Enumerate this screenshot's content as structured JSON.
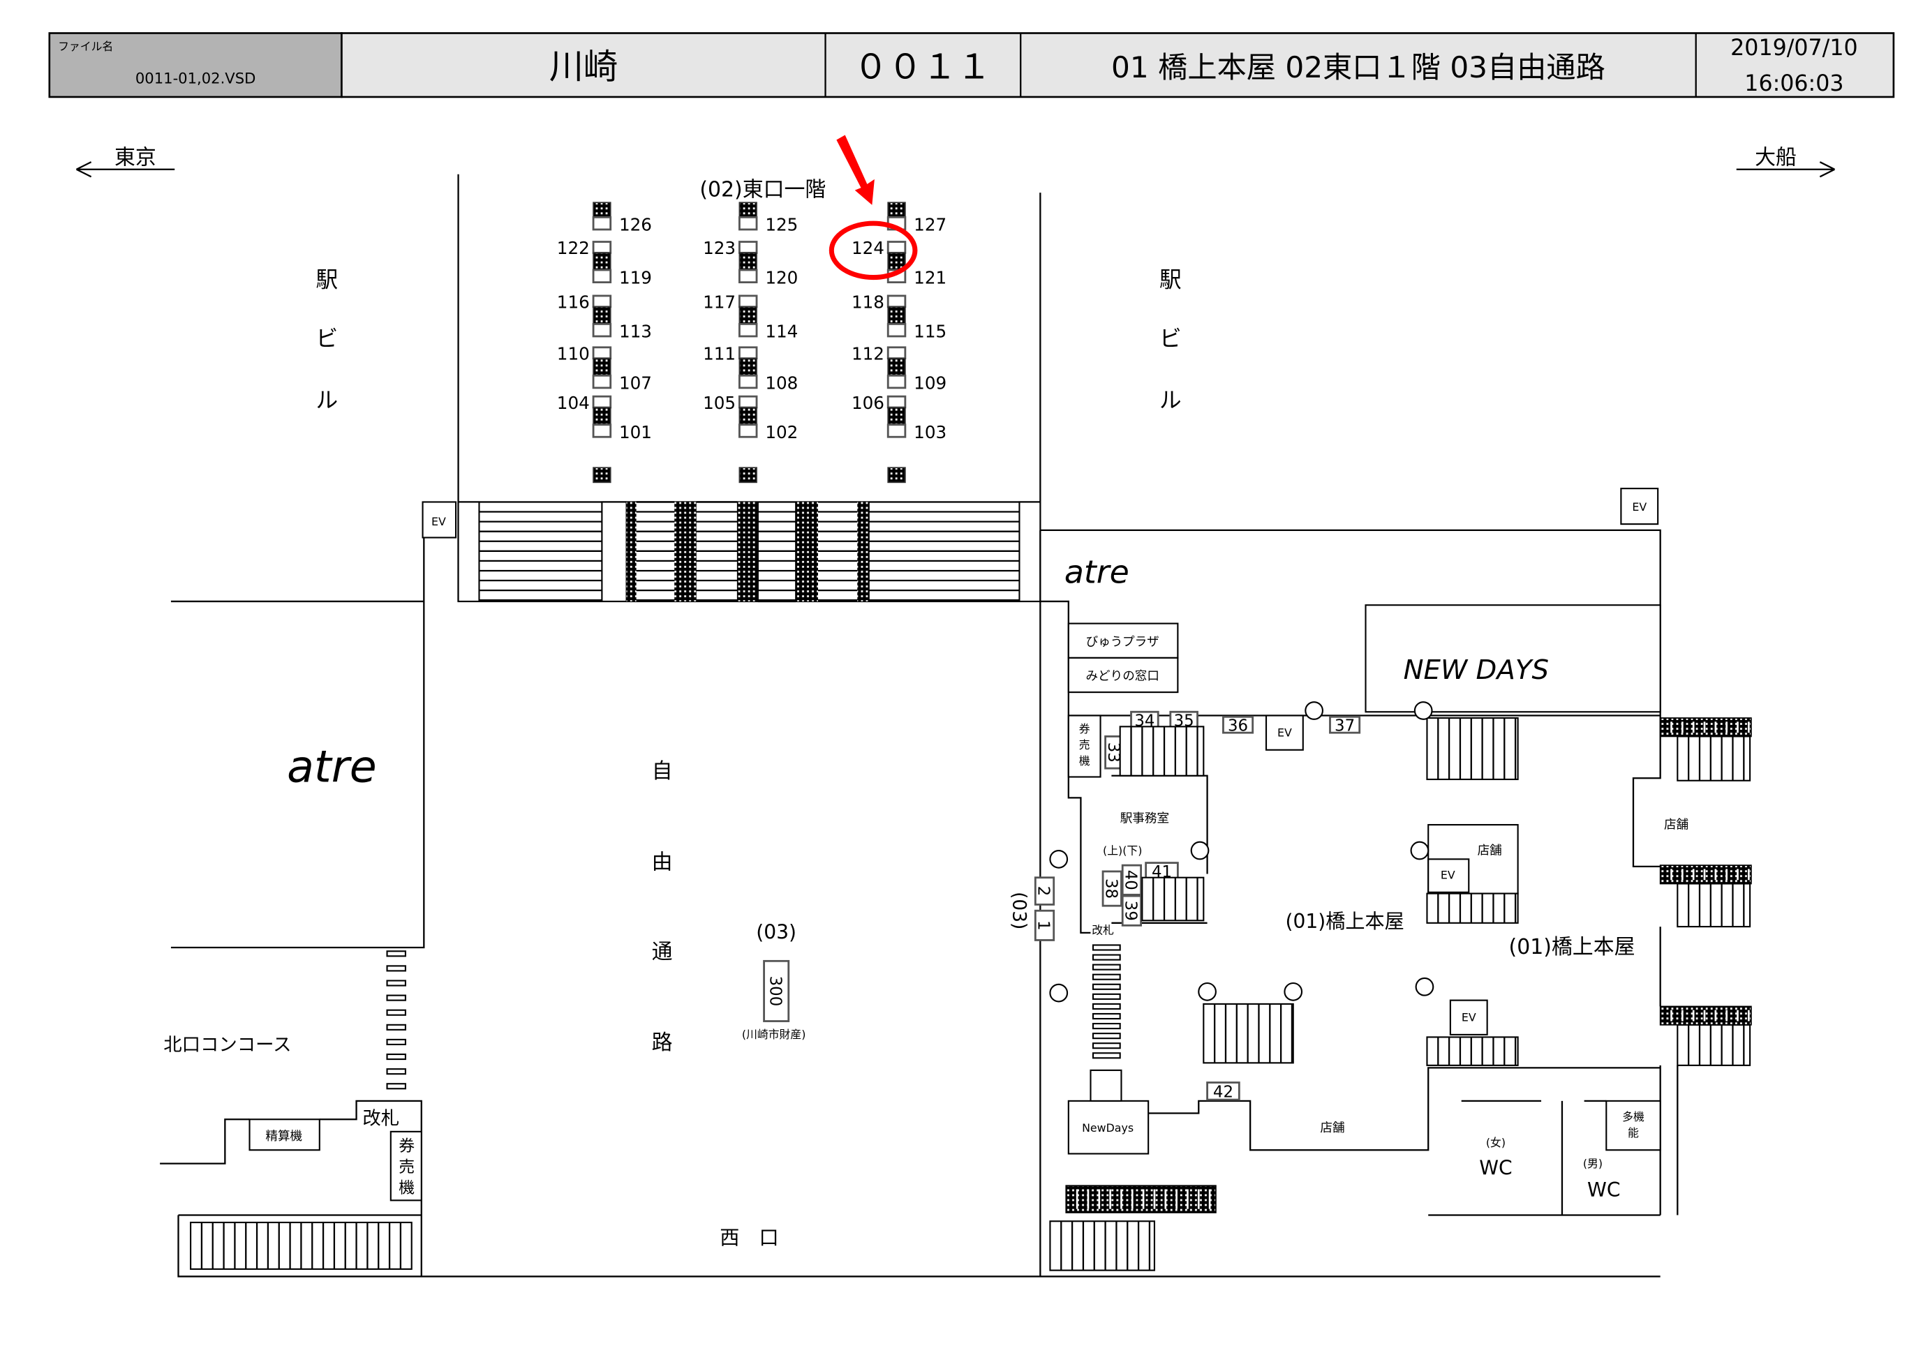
{
  "header": {
    "file_label": "ファイル名",
    "file_name": "0011-01,02.VSD",
    "station": "川崎",
    "code": "００１１",
    "floors": "01 橋上本屋 02東口１階 03自由通路",
    "date": "2019/07/10",
    "time": "16:06:03"
  },
  "directions": {
    "left": "東京",
    "right": "大船"
  },
  "labels": {
    "east_exit_1f": "(02)東口一階",
    "station_building": [
      "駅",
      "ビ",
      "ル"
    ],
    "atre": "atre",
    "new_days": "NEW DAYS",
    "view_plaza": "びゅうプラザ",
    "midori": "みどりの窓口",
    "ticket_machine": [
      "券",
      "売",
      "機"
    ],
    "station_office": "駅事務室",
    "up_down": "(上)(下)",
    "gate": "改札",
    "honya": "(01)橋上本屋",
    "honya2": "(01)橋上本屋",
    "shop": "店舗",
    "ev": "EV",
    "newdays_small": "NewDays",
    "wc_female": "(女)",
    "wc_male": "(男)",
    "wc": "WC",
    "multi": [
      "多機",
      "能"
    ],
    "free_passage": [
      "自",
      "由",
      "通",
      "路"
    ],
    "area03": "(03)",
    "area03_side": "(03)",
    "city_property": "(川崎市財産)",
    "north_concourse": "北口コンコース",
    "gate_north": "改札",
    "fare_adjust": "精算機",
    "west_exit": "西　口"
  },
  "ad_spots": {
    "s1": "1",
    "s2": "2",
    "s33": "33",
    "s34": "34",
    "s35": "35",
    "s36": "36",
    "s37": "37",
    "s38": "38",
    "s39": "39",
    "s40": "40",
    "s41": "41",
    "s42": "42",
    "s300": "300"
  },
  "pillars": [
    {
      "top": "126",
      "rows": [
        {
          "left": "122",
          "right": "119"
        },
        {
          "left": "116",
          "right": "113"
        },
        {
          "left": "110",
          "right": "107"
        },
        {
          "left": "104",
          "right": "101"
        }
      ]
    },
    {
      "top": "125",
      "rows": [
        {
          "left": "123",
          "right": "120"
        },
        {
          "left": "117",
          "right": "114"
        },
        {
          "left": "111",
          "right": "108"
        },
        {
          "left": "105",
          "right": "102"
        }
      ]
    },
    {
      "top": "127",
      "rows": [
        {
          "left": "124",
          "right": "121"
        },
        {
          "left": "118",
          "right": "115"
        },
        {
          "left": "112",
          "right": "109"
        },
        {
          "left": "106",
          "right": "103"
        }
      ]
    }
  ],
  "highlight": {
    "spot": "124",
    "color": "#ff0000"
  }
}
